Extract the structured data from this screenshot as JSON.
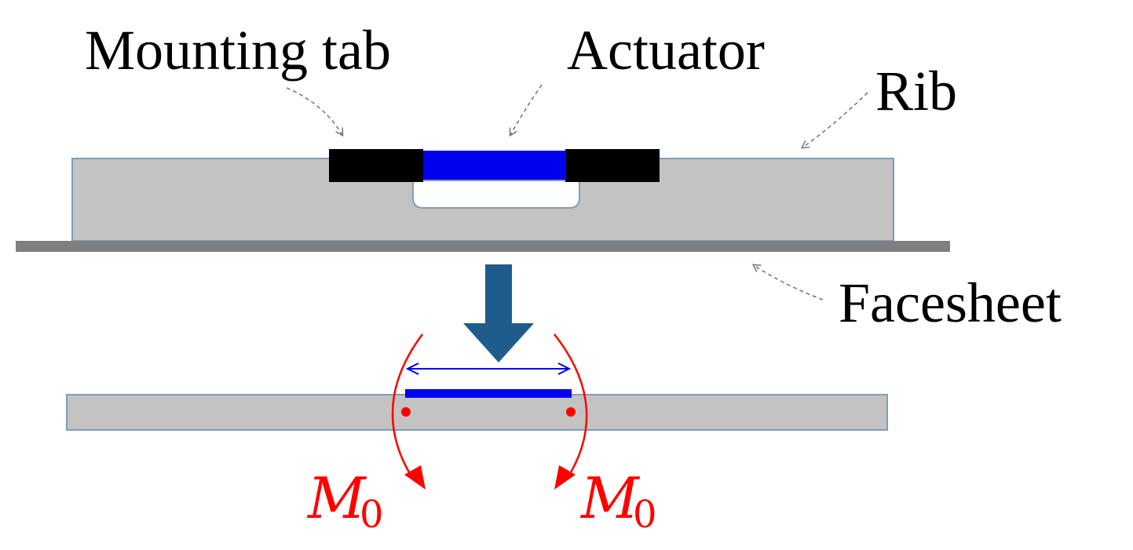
{
  "labels": {
    "mounting_tab": "Mounting tab",
    "actuator": "Actuator",
    "rib": "Rib",
    "facesheet": "Facesheet"
  },
  "moment": {
    "symbol": "M",
    "subscript": "0"
  },
  "colors": {
    "rib": "#c3c3c3",
    "rib_outline": "#7f9db9",
    "facesheet": "#7f7f7f",
    "mounting_tab": "#000000",
    "actuator": "#0000f0",
    "down_arrow": "#1f5c8c",
    "moment": "#ff0000",
    "leader_line": "#7a7a7a"
  }
}
